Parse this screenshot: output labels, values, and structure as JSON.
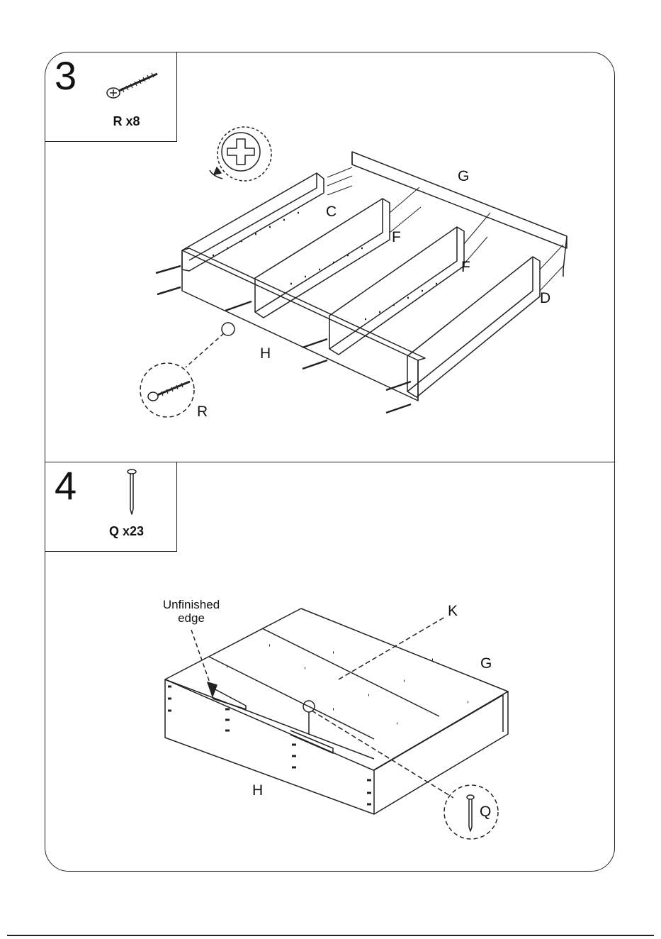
{
  "step3": {
    "number": "3",
    "hardware_count": "R x8",
    "labels": {
      "c": "C",
      "f1": "F",
      "f2": "F",
      "g": "G",
      "d": "D",
      "h": "H",
      "r": "R"
    },
    "icons": [
      "screw-icon",
      "phillips-screwdriver-icon"
    ]
  },
  "step4": {
    "number": "4",
    "hardware_count": "Q x23",
    "labels": {
      "k": "K",
      "g": "G",
      "h": "H",
      "q": "Q"
    },
    "note": {
      "line1": "Unfinished",
      "line2": "edge"
    },
    "icons": [
      "nail-icon"
    ]
  }
}
